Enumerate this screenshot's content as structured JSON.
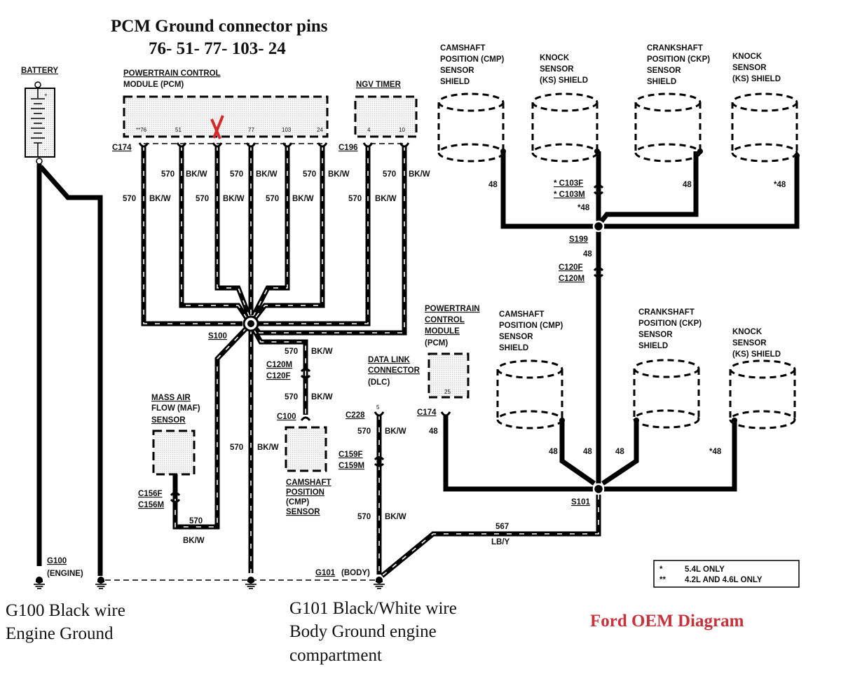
{
  "header": {
    "title_line1": "PCM Ground connector pins",
    "title_line2": "76- 51- 77- 103- 24"
  },
  "components": {
    "battery": "BATTERY",
    "pcm_top_line1": "POWERTRAIN CONTROL",
    "pcm_top_line2": "MODULE (PCM)",
    "pcm_pins": [
      "**76",
      "51",
      "",
      "77",
      "103",
      "24"
    ],
    "pcm_marked_pin_symbol": "X",
    "ngv_timer": "NGV TIMER",
    "ngv_pins": [
      "4",
      "10"
    ],
    "maf_line1": "MASS AIR",
    "maf_line2": "FLOW (MAF)",
    "maf_line3": "SENSOR",
    "cmp_sensor_line1": "CAMSHAFT",
    "cmp_sensor_line2": "POSITION",
    "cmp_sensor_line3": "(CMP)",
    "cmp_sensor_line4": "SENSOR",
    "dlc_line1": "DATA LINK",
    "dlc_line2": "CONNECTOR",
    "dlc_line3": "(DLC)",
    "pcm_lower_line1": "POWERTRAIN",
    "pcm_lower_line2": "CONTROL",
    "pcm_lower_line3": "MODULE",
    "pcm_lower_line4": "(PCM)",
    "pcm_lower_pin": "25",
    "dlc_pin": "5"
  },
  "shields_top": [
    {
      "line1": "CAMSHAFT",
      "line2": "POSITION (CMP)",
      "line3": "SENSOR",
      "line4": "SHIELD",
      "wire": "48"
    },
    {
      "line1": "KNOCK",
      "line2": "SENSOR",
      "line3": "(KS) SHIELD",
      "line4": "",
      "wire": "*48"
    },
    {
      "line1": "CRANKSHAFT",
      "line2": "POSITION (CKP)",
      "line3": "SENSOR",
      "line4": "SHIELD",
      "wire": "48"
    },
    {
      "line1": "KNOCK",
      "line2": "SENSOR",
      "line3": "(KS) SHIELD",
      "line4": "",
      "wire": "*48"
    }
  ],
  "shields_bottom": [
    {
      "line1": "CAMSHAFT",
      "line2": "POSITION (CMP)",
      "line3": "SENSOR",
      "line4": "SHIELD",
      "wire": "48"
    },
    {
      "line1": "CRANKSHAFT",
      "line2": "POSITION (CKP)",
      "line3": "SENSOR",
      "line4": "SHIELD",
      "wire": "48"
    },
    {
      "line1": "KNOCK",
      "line2": "SENSOR",
      "line3": "(KS) SHIELD",
      "line4": "",
      "wire": "*48"
    }
  ],
  "connectors": {
    "c174": "C174",
    "c196": "C196",
    "c103f": "* C103F",
    "c103m": "* C103M",
    "c120f": "C120F",
    "c120m": "C120M",
    "c120m_b": "C120M",
    "c120f_b": "C120F",
    "c100": "C100",
    "c156f": "C156F",
    "c156m": "C156M",
    "c228": "C228",
    "c159f": "C159F",
    "c159m": "C159M",
    "c174_b": "C174"
  },
  "splices": {
    "s100": "S100",
    "s199": "S199",
    "s101": "S101"
  },
  "wires": {
    "circuit_570": "570",
    "color_bkw": "BK/W",
    "circuit_48": "48",
    "circuit_48_star": "*48",
    "circuit_567": "567",
    "color_lby": "LB/Y"
  },
  "grounds": {
    "g100_id": "G100",
    "g100_loc": "(ENGINE)",
    "g101_id": "G101",
    "g101_loc": "(BODY)"
  },
  "legend": {
    "rows": [
      {
        "symbol": "*",
        "text": "5.4L ONLY"
      },
      {
        "symbol": "**",
        "text": "4.2L AND 4.6L ONLY"
      }
    ]
  },
  "annotations": {
    "g100_line1": "G100 Black wire",
    "g100_line2": "Engine Ground",
    "g101_line1": "G101 Black/White wire",
    "g101_line2": "Body Ground engine",
    "g101_line3": "compartment",
    "source": "Ford OEM Diagram"
  },
  "colors": {
    "ink": "#000000",
    "marker_red": "#d42a2a",
    "source_red": "#c8323a"
  }
}
